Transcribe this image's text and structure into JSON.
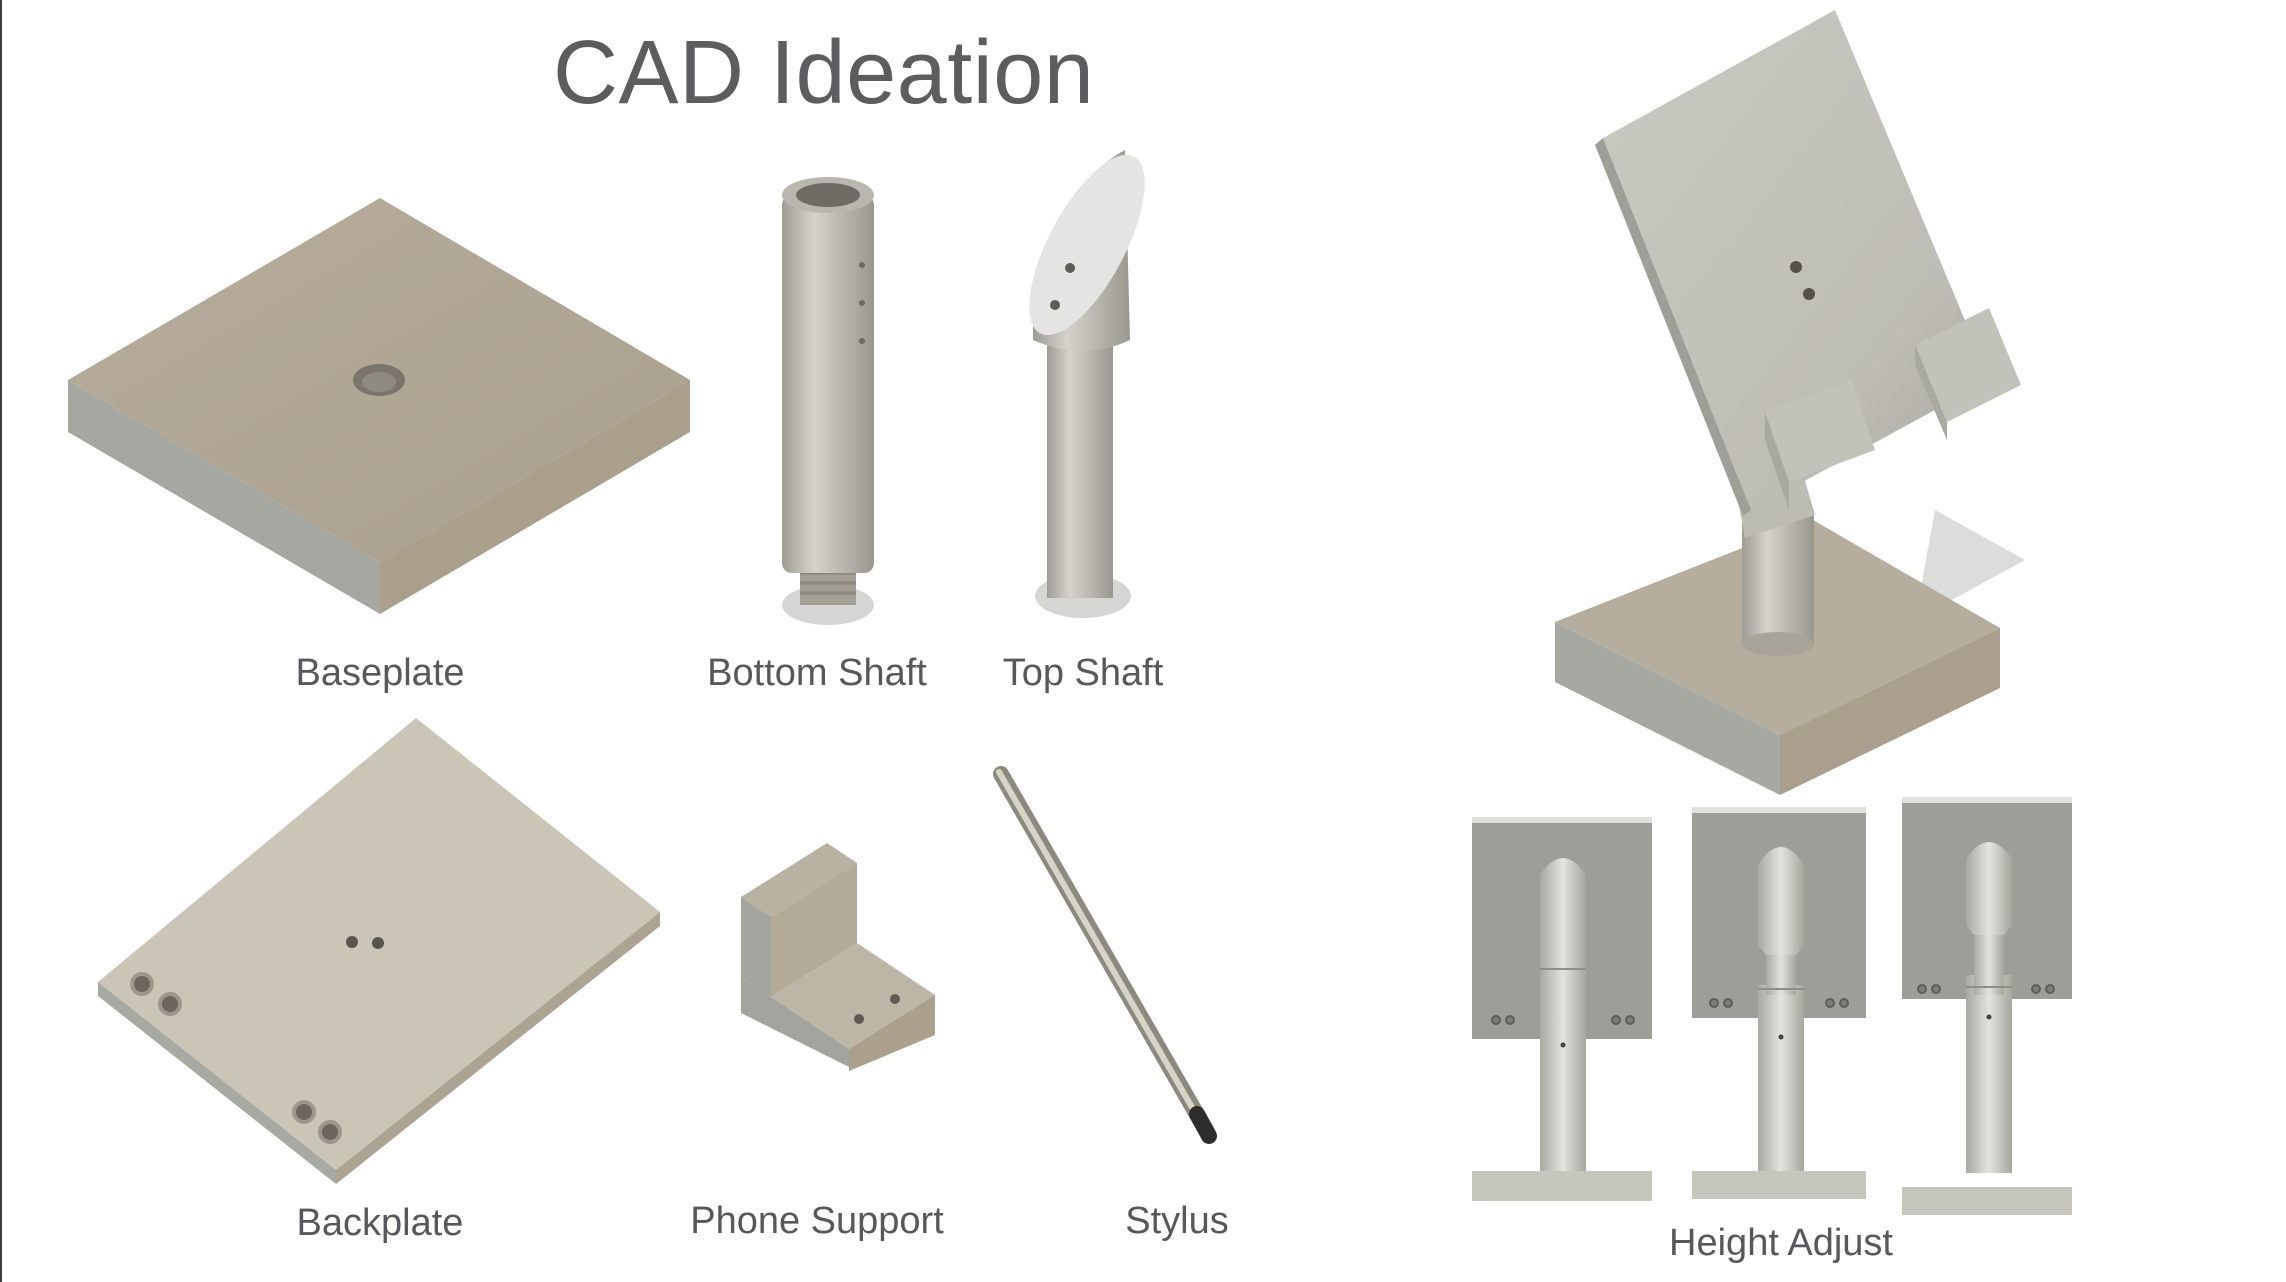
{
  "title": "CAD Ideation",
  "labels": {
    "baseplate": "Baseplate",
    "bottom_shaft": "Bottom Shaft",
    "top_shaft": "Top Shaft",
    "backplate": "Backplate",
    "phone_support": "Phone Support",
    "stylus": "Stylus",
    "height_adjust": "Height Adjust"
  },
  "colors": {
    "part_top": "#b2a99a",
    "part_side_left": "#a3a49e",
    "part_side_right": "#aea38f",
    "backplate_top": "#cdc7b9",
    "shaft": "#c4c2ba",
    "text": "#58585c"
  }
}
